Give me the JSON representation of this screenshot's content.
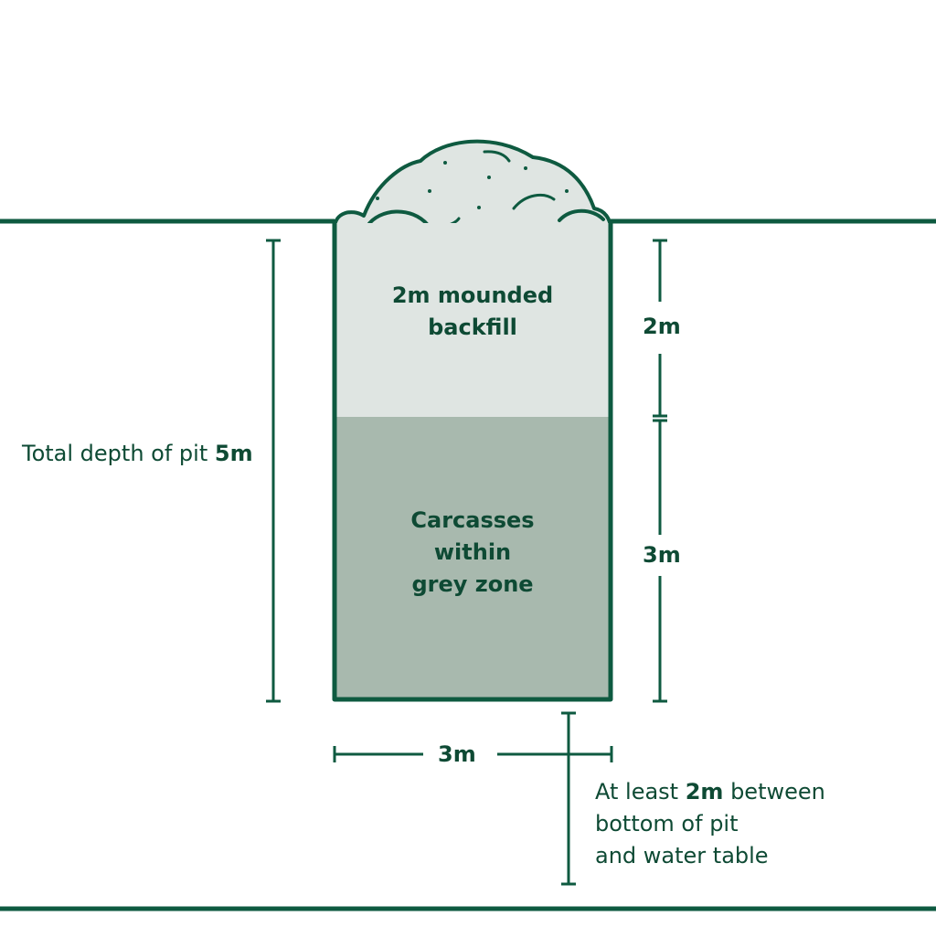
{
  "colors": {
    "stroke": "#0e5a40",
    "text": "#0e4a34",
    "backfill": "#dfe5e2",
    "carcass_zone": "#a8b9ae",
    "background": "#ffffff"
  },
  "pit": {
    "backfill_label_line1": "2m mounded",
    "backfill_label_line2": "backfill",
    "carcass_label_line1": "Carcasses",
    "carcass_label_line2": "within",
    "carcass_label_line3": "grey zone"
  },
  "dimensions": {
    "total_depth_text": "Total depth of pit ",
    "total_depth_value": "5m",
    "backfill_depth": "2m",
    "carcass_depth": "3m",
    "pit_width": "3m"
  },
  "water_table_note": {
    "prefix": "At least ",
    "value": "2m",
    "suffix": " between",
    "line2": "bottom of pit",
    "line3": "and water table"
  }
}
